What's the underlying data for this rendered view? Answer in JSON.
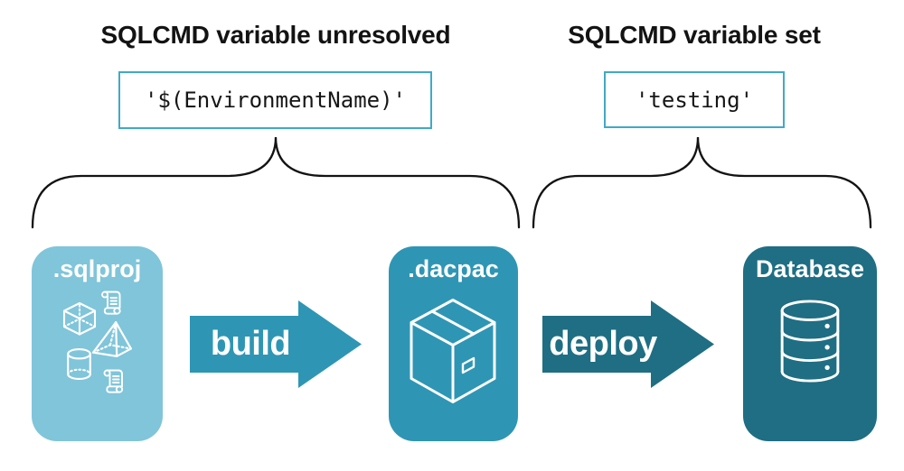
{
  "annotations": {
    "left": {
      "heading": "SQLCMD variable unresolved",
      "value": "'$(EnvironmentName)'"
    },
    "right": {
      "heading": "SQLCMD variable set",
      "value": "'testing'"
    }
  },
  "pipeline": {
    "source": {
      "label": ".sqlproj",
      "icons": [
        "scroll-icon",
        "cube-icon",
        "pyramid-icon",
        "cylinder-icon",
        "scroll-icon"
      ]
    },
    "build": {
      "label": "build"
    },
    "artifact": {
      "label": ".dacpac",
      "icon": "package-icon"
    },
    "deploy": {
      "label": "deploy"
    },
    "target": {
      "label": "Database",
      "icon": "database-icon"
    }
  },
  "colors": {
    "sqlproj_bg": "#80C5DA",
    "teal": "#2E96B4",
    "dark_teal": "#1F6E84",
    "code_border": "#41A9C7",
    "text": "#131313",
    "brace": "#131313",
    "icon": "#FFFFFF"
  }
}
